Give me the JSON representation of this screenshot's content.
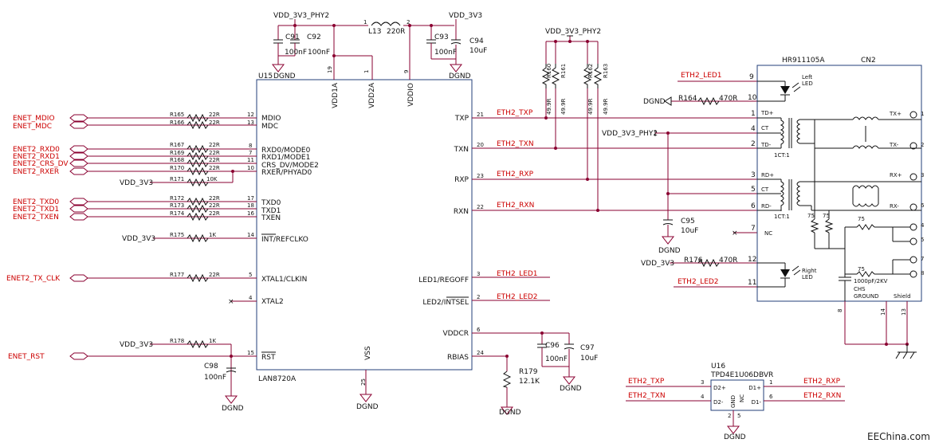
{
  "nets": {
    "enet_mdio": "ENET_MDIO",
    "enet_mdc": "ENET_MDC",
    "eth2_rxd0": "ENET2_RXD0",
    "eth2_rxd1": "ENET2_RXD1",
    "eth2_crs_dv": "ENET2_CRS_DV",
    "eth2_rxer": "ENET2_RXER",
    "eth2_txd0": "ENET2_TXD0",
    "eth2_txd1": "ENET2_TXD1",
    "eth2_txen": "ENET2_TXEN",
    "eth2_tx_clk": "ENET2_TX_CLK",
    "enet_rst": "ENET_RST",
    "eth2_txp": "ETH2_TXP",
    "eth2_txn": "ETH2_TXN",
    "eth2_rxp": "ETH2_RXP",
    "eth2_rxn": "ETH2_RXN",
    "eth2_led1": "ETH2_LED1",
    "eth2_led2": "ETH2_LED2",
    "vdd_3v3": "VDD_3V3",
    "vdd_3v3_phy2": "VDD_3V3_PHY2",
    "dgnd": "DGND"
  },
  "u15": {
    "ref": "U15",
    "part": "LAN8720A",
    "left_pins": [
      {
        "num": "12",
        "name": "MDIO"
      },
      {
        "num": "13",
        "name": "MDC"
      },
      {
        "num": "8",
        "name": "RXD0/MODE0"
      },
      {
        "num": "7",
        "name": "RXD1/MODE1"
      },
      {
        "num": "11",
        "name": "CRS_DV/MODE2"
      },
      {
        "num": "10",
        "name": "RXER/PHYAD0"
      },
      {
        "num": "17",
        "name": "TXD0"
      },
      {
        "num": "18",
        "name": "TXD1"
      },
      {
        "num": "16",
        "name": "TXEN"
      },
      {
        "num": "14",
        "name": "INT/REFCLKO"
      },
      {
        "num": "5",
        "name": "XTAL1/CLKIN"
      },
      {
        "num": "4",
        "name": "XTAL2"
      },
      {
        "num": "15",
        "name": "RST"
      }
    ],
    "right_pins": [
      {
        "num": "21",
        "name": "TXP"
      },
      {
        "num": "20",
        "name": "TXN"
      },
      {
        "num": "23",
        "name": "RXP"
      },
      {
        "num": "22",
        "name": "RXN"
      },
      {
        "num": "3",
        "name": "LED1/REGOFF"
      },
      {
        "num": "2",
        "name": "LED2/INTSEL"
      },
      {
        "num": "6",
        "name": "VDDCR"
      },
      {
        "num": "24",
        "name": "RBIAS"
      }
    ],
    "top_pins": [
      {
        "num": "19",
        "name": "VDD1A"
      },
      {
        "num": "1",
        "name": "VDD2A"
      },
      {
        "num": "9",
        "name": "VDDIO"
      }
    ],
    "bottom_pins": [
      {
        "num": "25",
        "name": "VSS"
      }
    ]
  },
  "resistors": {
    "r165": {
      "ref": "R165",
      "val": "22R"
    },
    "r166": {
      "ref": "R166",
      "val": "22R"
    },
    "r167": {
      "ref": "R167",
      "val": "22R"
    },
    "r169": {
      "ref": "R169",
      "val": "22R"
    },
    "r168": {
      "ref": "R168",
      "val": "22R"
    },
    "r170": {
      "ref": "R170",
      "val": "22R"
    },
    "r171": {
      "ref": "R171",
      "val": "10K"
    },
    "r172": {
      "ref": "R172",
      "val": "22R"
    },
    "r173": {
      "ref": "R173",
      "val": "22R"
    },
    "r174": {
      "ref": "R174",
      "val": "22R"
    },
    "r175": {
      "ref": "R175",
      "val": "1K"
    },
    "r177": {
      "ref": "R177",
      "val": "22R"
    },
    "r178": {
      "ref": "R178",
      "val": "1K"
    },
    "r164": {
      "ref": "R164",
      "val": "470R"
    },
    "r176": {
      "ref": "R176",
      "val": "470R"
    },
    "r179": {
      "ref": "R179",
      "val": "12.1K"
    },
    "r160": {
      "ref": "R160",
      "val": "49.9R"
    },
    "r161": {
      "ref": "R161",
      "val": "49.9R"
    },
    "r162": {
      "ref": "R162",
      "val": "49.9R"
    },
    "r163": {
      "ref": "R163",
      "val": "49.9R"
    }
  },
  "caps": {
    "c91": {
      "ref": "C91",
      "val": "100nF"
    },
    "c92": {
      "ref": "C92",
      "val": "100nF"
    },
    "c93": {
      "ref": "C93",
      "val": "100nF"
    },
    "c94": {
      "ref": "C94",
      "val": "10uF"
    },
    "c95": {
      "ref": "C95",
      "val": "10uF"
    },
    "c96": {
      "ref": "C96",
      "val": "100nF"
    },
    "c97": {
      "ref": "C97",
      "val": "10uF"
    },
    "c98": {
      "ref": "C98",
      "val": "100nF"
    }
  },
  "l13": {
    "ref": "L13",
    "val": "220R",
    "pin1": "1",
    "pin2": "2"
  },
  "cn2": {
    "ref": "CN2",
    "part": "HR911105A",
    "left_pins": [
      "9",
      "10",
      "1",
      "4",
      "2",
      "3",
      "5",
      "6",
      "7",
      "12",
      "11"
    ],
    "bottom_pins": [
      "8",
      "14",
      "13"
    ],
    "right_pins": [
      "1",
      "2",
      "3",
      "6",
      "4",
      "5",
      "7",
      "8"
    ],
    "labels": {
      "left_led": "Left\nLED",
      "right_led": "Right\nLED",
      "tdp": "TD+",
      "ct": "CT",
      "tdm": "TD-",
      "rdp": "RD+",
      "rdm": "RD-",
      "ratio": "1CT:1",
      "nc": "NC",
      "txp": "TX+",
      "txm": "TX-",
      "rxp": "RX+",
      "rxm": "RX-",
      "r75": "75",
      "cap": "1000pF/2KV",
      "chs": "CHS",
      "ground": "GROUND",
      "shield": "Shield"
    }
  },
  "u16": {
    "ref": "U16",
    "part": "TPD4E1U06DBVR",
    "pins": [
      {
        "num": "3",
        "name": "D2+"
      },
      {
        "num": "4",
        "name": "D2-"
      },
      {
        "num": "1",
        "name": "D1+"
      },
      {
        "num": "6",
        "name": "D1-"
      },
      {
        "num": "2",
        "name": "GND"
      },
      {
        "num": "5",
        "name": "NC"
      }
    ]
  },
  "watermark": "EEChina.com"
}
